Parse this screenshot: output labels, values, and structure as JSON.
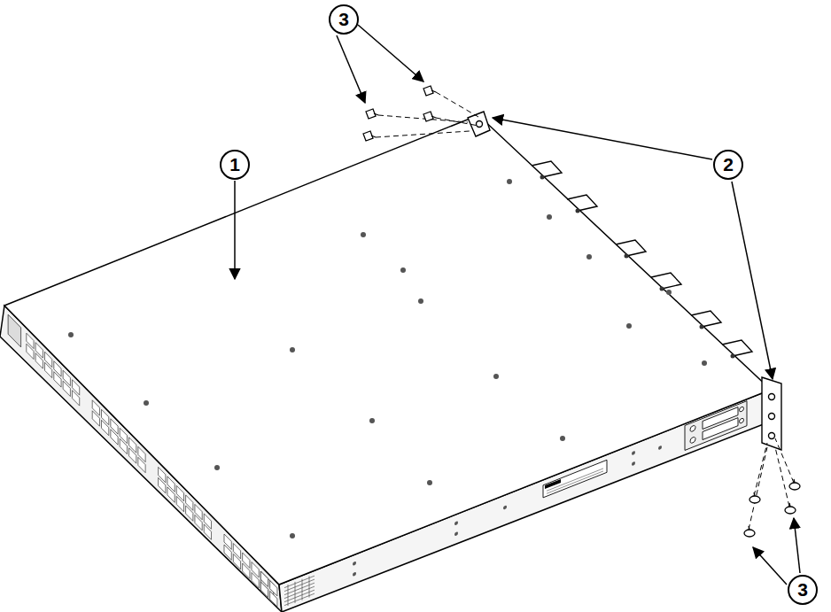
{
  "diagram": {
    "labels": [
      "1",
      "2",
      "3",
      "3"
    ]
  }
}
